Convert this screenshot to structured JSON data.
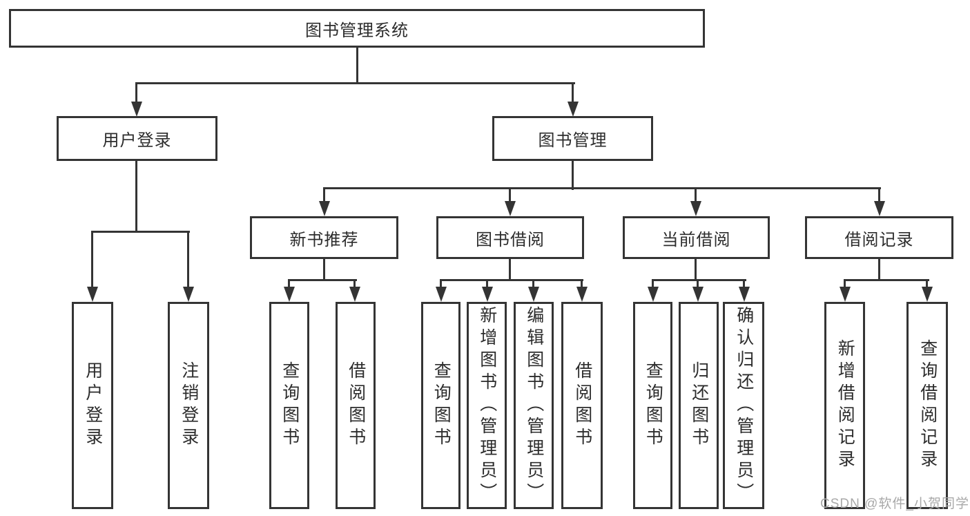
{
  "diagram": {
    "root": "图书管理系统",
    "branches": [
      {
        "label": "用户登录",
        "children": [
          "用户登录",
          "注销登录"
        ]
      },
      {
        "label": "图书管理",
        "groups": [
          {
            "label": "新书推荐",
            "children": [
              "查询图书",
              "借阅图书"
            ]
          },
          {
            "label": "图书借阅",
            "children": [
              "查询图书",
              "新增图书（管理员）",
              "编辑图书（管理员）",
              "借阅图书"
            ]
          },
          {
            "label": "当前借阅",
            "children": [
              "查询图书",
              "归还图书",
              "确认归还（管理员）"
            ]
          },
          {
            "label": "借阅记录",
            "children": [
              "新增借阅记录",
              "查询借阅记录"
            ]
          }
        ]
      }
    ]
  },
  "watermark": {
    "text": "CSDN @软件_小贺同学"
  },
  "colors": {
    "line": "#343434",
    "text": "#2c2c2c",
    "watermark": "#a8a8a8",
    "background": "#ffffff"
  }
}
